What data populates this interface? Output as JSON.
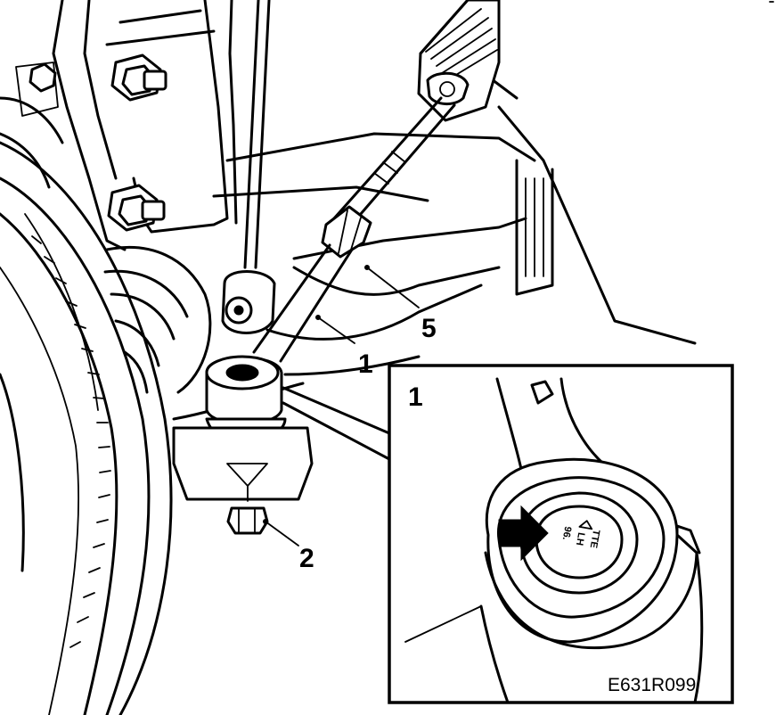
{
  "callouts": {
    "tie_rod": "1",
    "ball_joint_nut": "2",
    "steering_rack": "5",
    "inset": "1"
  },
  "figure_code": "E631R099",
  "inset_marking": {
    "line1": "TTE",
    "line2": "LH",
    "line3": "96."
  },
  "colors": {
    "ink": "#000000",
    "paper": "#ffffff"
  }
}
